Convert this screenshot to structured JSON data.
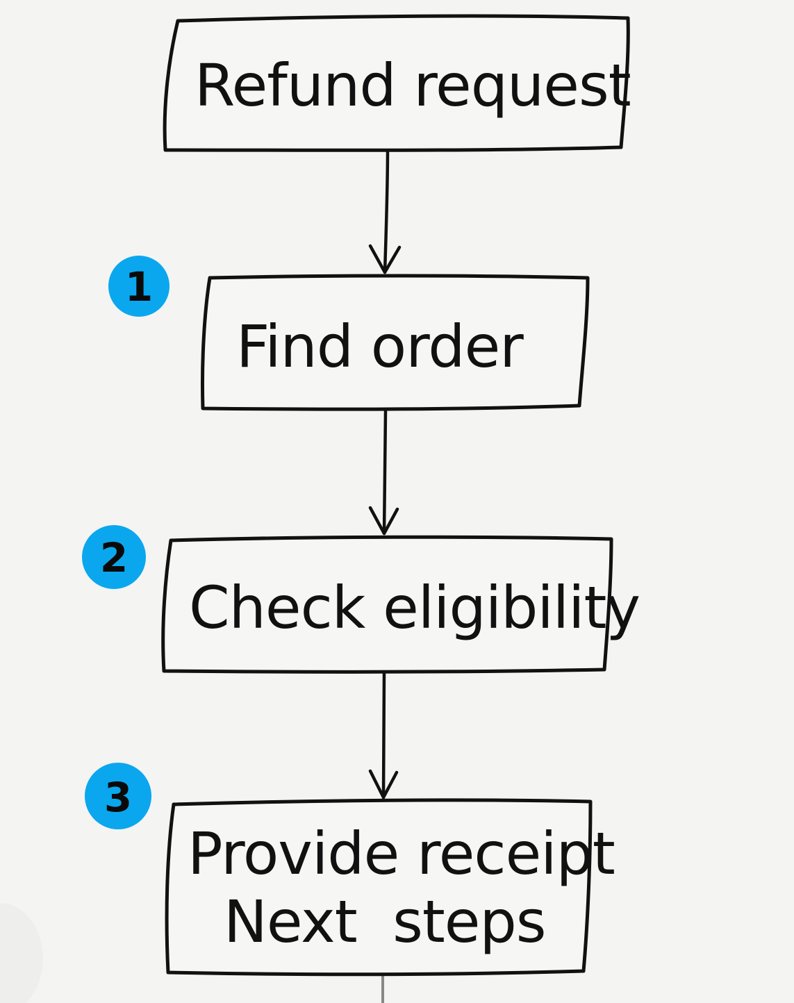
{
  "nodes": [
    {
      "id": "refund-request",
      "lines": [
        "Refund request"
      ]
    },
    {
      "id": "find-order",
      "lines": [
        "Find order"
      ],
      "badge": "1"
    },
    {
      "id": "check-eligibility",
      "lines": [
        "Check eligibility"
      ],
      "badge": "2"
    },
    {
      "id": "provide-receipt",
      "lines": [
        "Provide receipt",
        "Next  steps"
      ],
      "badge": "3"
    }
  ],
  "edges": [
    {
      "from": "refund-request",
      "to": "find-order"
    },
    {
      "from": "find-order",
      "to": "check-eligibility"
    },
    {
      "from": "check-eligibility",
      "to": "provide-receipt"
    }
  ],
  "colors": {
    "badge": "#0aa7ef",
    "ink": "#111111",
    "background": "#f4f4f2"
  }
}
